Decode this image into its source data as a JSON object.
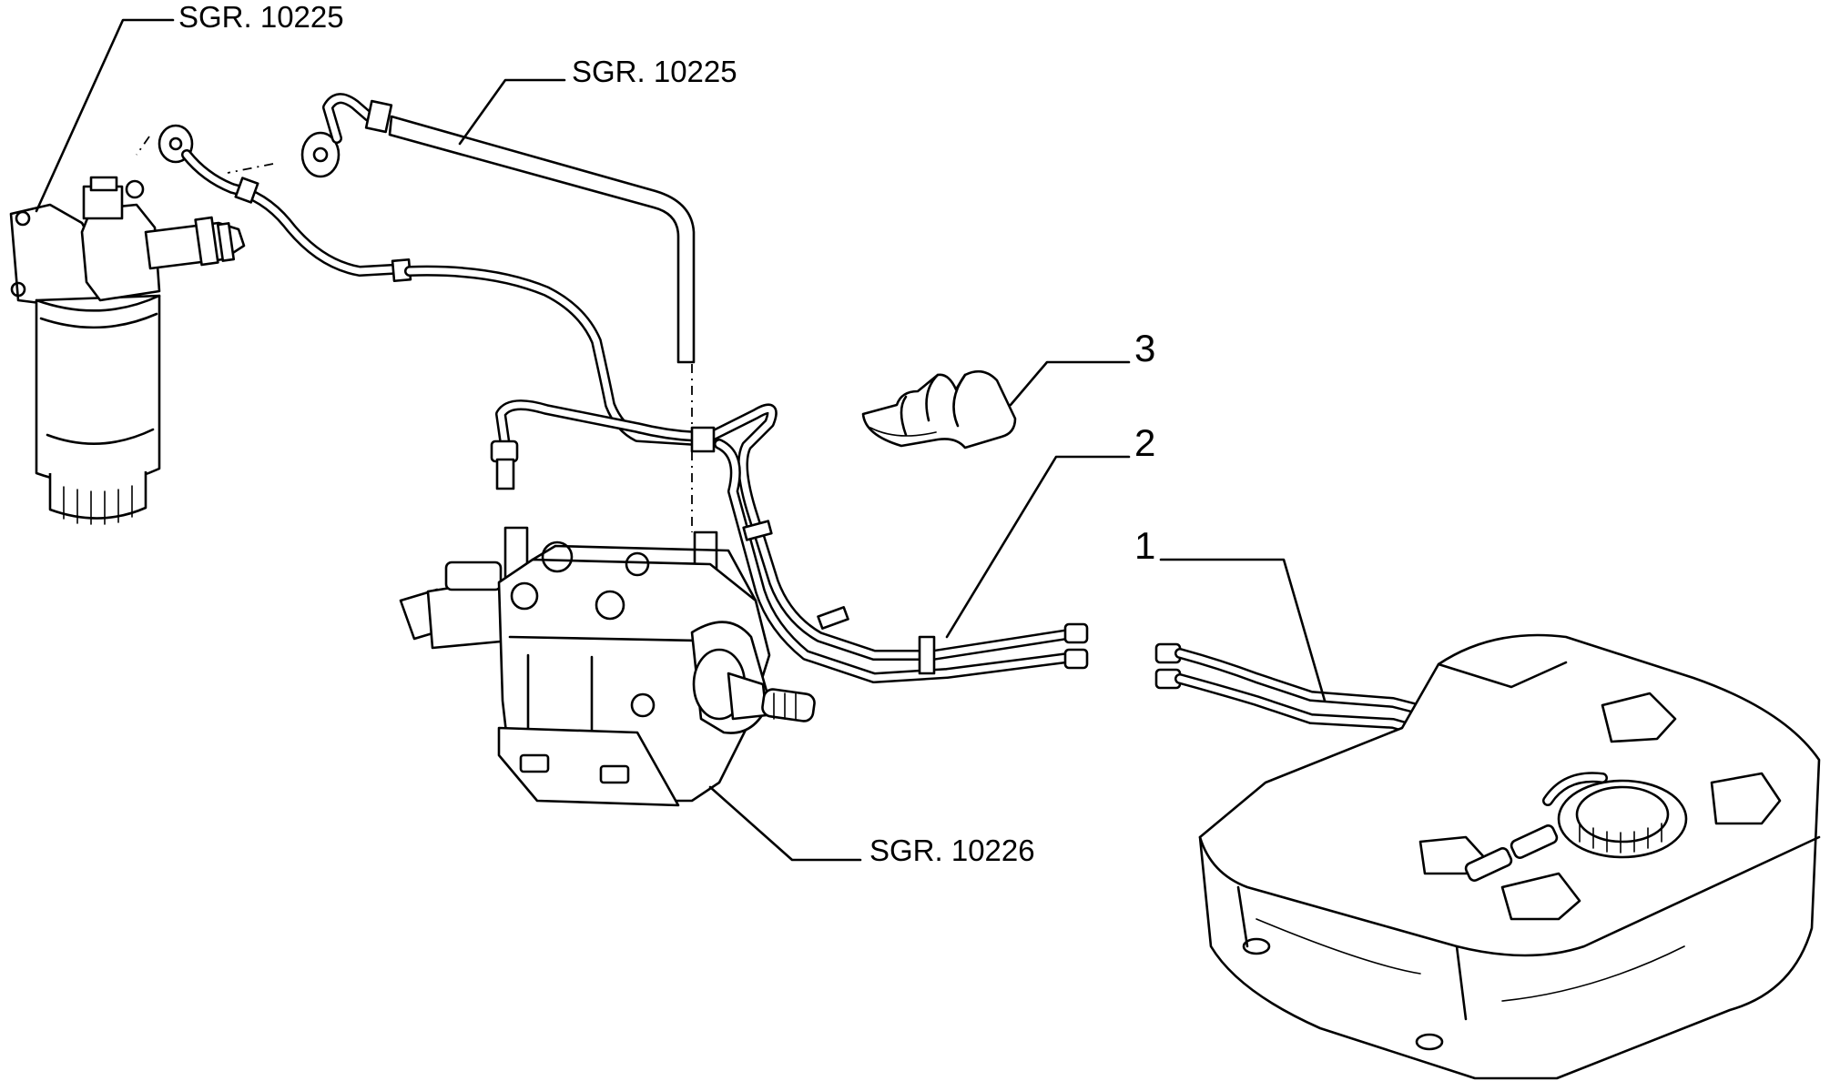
{
  "labels": {
    "filter_ref": "SGR. 10225",
    "return_pipe_ref": "SGR. 10225",
    "pump_ref": "SGR. 10226",
    "item_1": "1",
    "item_2": "2",
    "item_3": "3"
  },
  "colors": {
    "ink": "#000000",
    "paper": "#ffffff"
  }
}
